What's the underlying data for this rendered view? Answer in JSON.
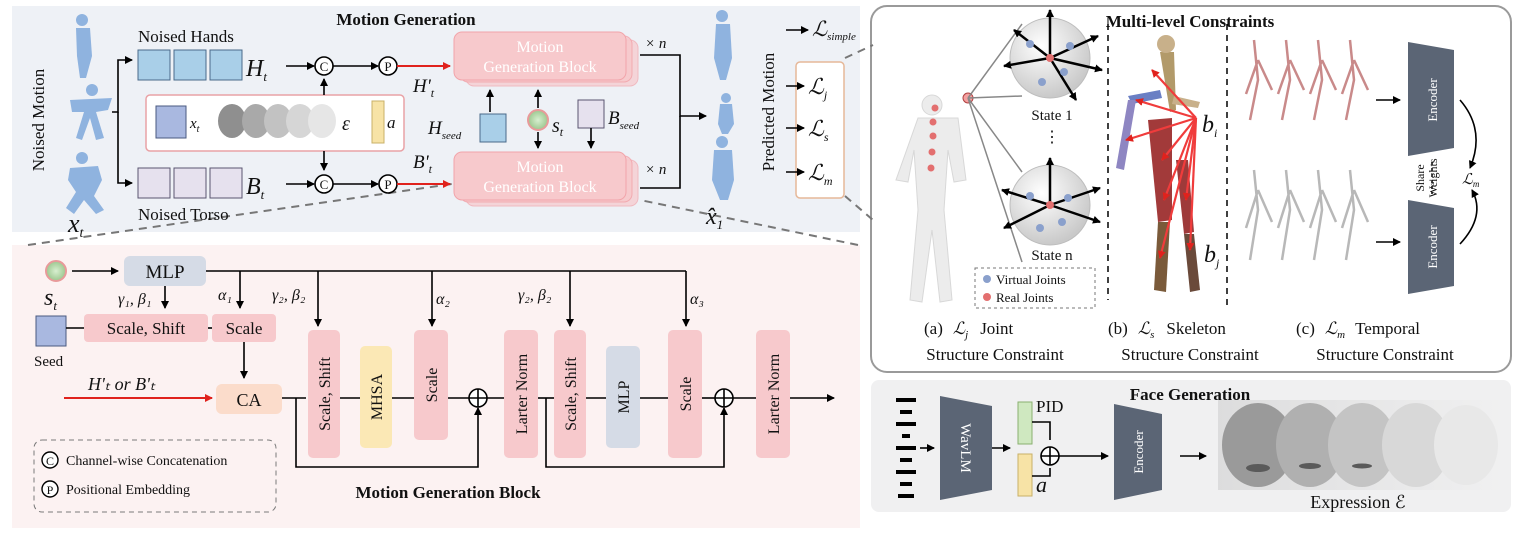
{
  "motion_generation": {
    "title": "Motion Generation",
    "noised_motion_label": "Noised Motion",
    "x_t": "x",
    "x_t_sub": "t",
    "noised_hands_label": "Noised Hands",
    "H_t": "H",
    "H_t_sub": "t",
    "noised_torso_label": "Noised Torso",
    "B_t": "B",
    "B_t_sub": "t",
    "cond_x_t": "x",
    "cond_x_t_sub": "t",
    "cond_epsilon": "ε",
    "cond_a": "a",
    "H_prime": "H'",
    "H_prime_sub": "t",
    "B_prime": "B'",
    "B_prime_sub": "t",
    "block_label_1": "Motion",
    "block_label_2": "Generation Block",
    "times_n": "× n",
    "H_seed": "H",
    "H_seed_sub": "seed",
    "s_t": "s",
    "s_t_sub": "t",
    "B_seed": "B",
    "B_seed_sub": "seed",
    "x_hat": "x̂",
    "x_hat_sub": "1",
    "predicted_motion_label": "Predicted Motion",
    "loss_simple": "ℒ",
    "loss_simple_sub": "simple",
    "loss_j": "ℒ",
    "loss_j_sub": "j",
    "loss_s": "ℒ",
    "loss_s_sub": "s",
    "loss_m": "ℒ",
    "loss_m_sub": "m",
    "concat_symbol": "C",
    "pos_symbol": "P"
  },
  "multi_level": {
    "title": "Multi-level Constraints",
    "state1": "State 1",
    "dots": "⋮",
    "state_n": "State n",
    "legend_virtual": "Virtual Joints",
    "legend_real": "Real Joints",
    "b_i": "b",
    "b_i_sub": "i",
    "b_j": "b",
    "b_j_sub": "j",
    "encoder": "Encoder",
    "share_weights_1": "Share",
    "share_weights_2": "Weights",
    "L_m": "ℒ",
    "L_m_sub": "m",
    "caption_a_prefix": "(a)",
    "caption_a_sym": "ℒ",
    "caption_a_sub": "j",
    "caption_a_word": "Joint",
    "caption_a_line2": "Structure Constraint",
    "caption_b_prefix": "(b)",
    "caption_b_sym": "ℒ",
    "caption_b_sub": "s",
    "caption_b_word": "Skeleton",
    "caption_b_line2": "Structure Constraint",
    "caption_c_prefix": "(c)",
    "caption_c_sym": "ℒ",
    "caption_c_sub": "m",
    "caption_c_word": "Temporal",
    "caption_c_line2": "Structure Constraint"
  },
  "block_detail": {
    "title": "Motion Generation Block",
    "s_t": "s",
    "s_t_sub": "t",
    "seed_label": "Seed",
    "mlp_top": "MLP",
    "gamma1_beta1": "γ₁, β₁",
    "scale_shift_h": "Scale, Shift",
    "alpha1": "α₁",
    "scale_h": "Scale",
    "input_label": "H'ₜ  or  B'ₜ",
    "ca": "CA",
    "gamma2_beta2_a": "γ₂, β₂",
    "alpha2": "α₂",
    "gamma2_beta2_b": "γ₂, β₂",
    "alpha3": "α₃",
    "v_scale_shift_1": "Scale, Shift",
    "v_mhsa": "MHSA",
    "v_scale_1": "Scale",
    "v_norm_1": "Larter Norm",
    "v_scale_shift_2": "Scale, Shift",
    "v_mlp": "MLP",
    "v_scale_2": "Scale",
    "v_norm_2": "Larter Norm",
    "legend_concat": "Channel-wise Concatenation",
    "legend_pos": "Positional Embedding",
    "concat_symbol": "C",
    "pos_symbol": "P"
  },
  "face_generation": {
    "title": "Face Generation",
    "wavlm": "WavLM",
    "pid": "PID",
    "a": "a",
    "encoder": "Encoder",
    "expression_label": "Expression ℰ"
  },
  "colors": {
    "panel_blue": "#eef1f6",
    "panel_pink": "#fcf2f2",
    "block_pink": "#f7c9cc",
    "hand_blue": "#a9cfe8",
    "torso_lavender": "#e6e1ee",
    "encoder_slate": "#5b6575",
    "red_arrow": "#e0221d",
    "mhsa_yellow": "#fbe8b5",
    "mlp_grey": "#d5dbe6",
    "ca_peach": "#fbdccb",
    "body_blue": "#8fb3df",
    "skeleton_red": "#c8474d"
  }
}
